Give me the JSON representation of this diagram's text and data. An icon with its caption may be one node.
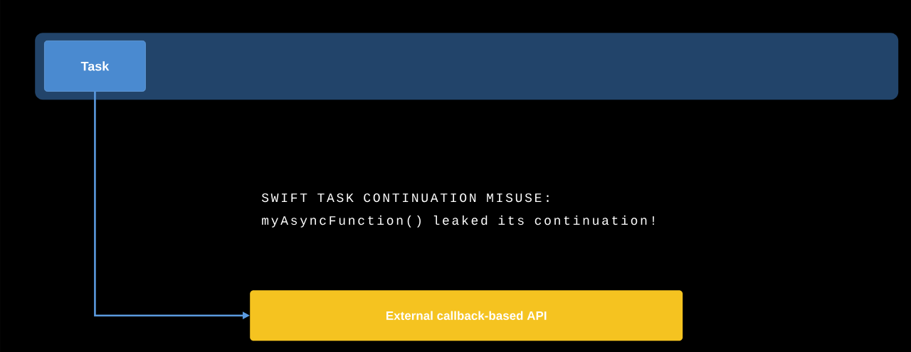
{
  "diagram": {
    "nodes": [
      {
        "text": [],
        "shape": "box"
      },
      {
        "text": [
          "Task"
        ],
        "in": 0
      },
      {
        "text": [
          "External callback-based API"
        ]
      }
    ],
    "edges": [
      {
        "from": 1,
        "to": 2,
        "arrow": "to"
      }
    ],
    "labels": [
      "SWIFT TASK CONTINUATION MISUSE:",
      "myAsyncFunction() leaked its continuation!"
    ]
  }
}
